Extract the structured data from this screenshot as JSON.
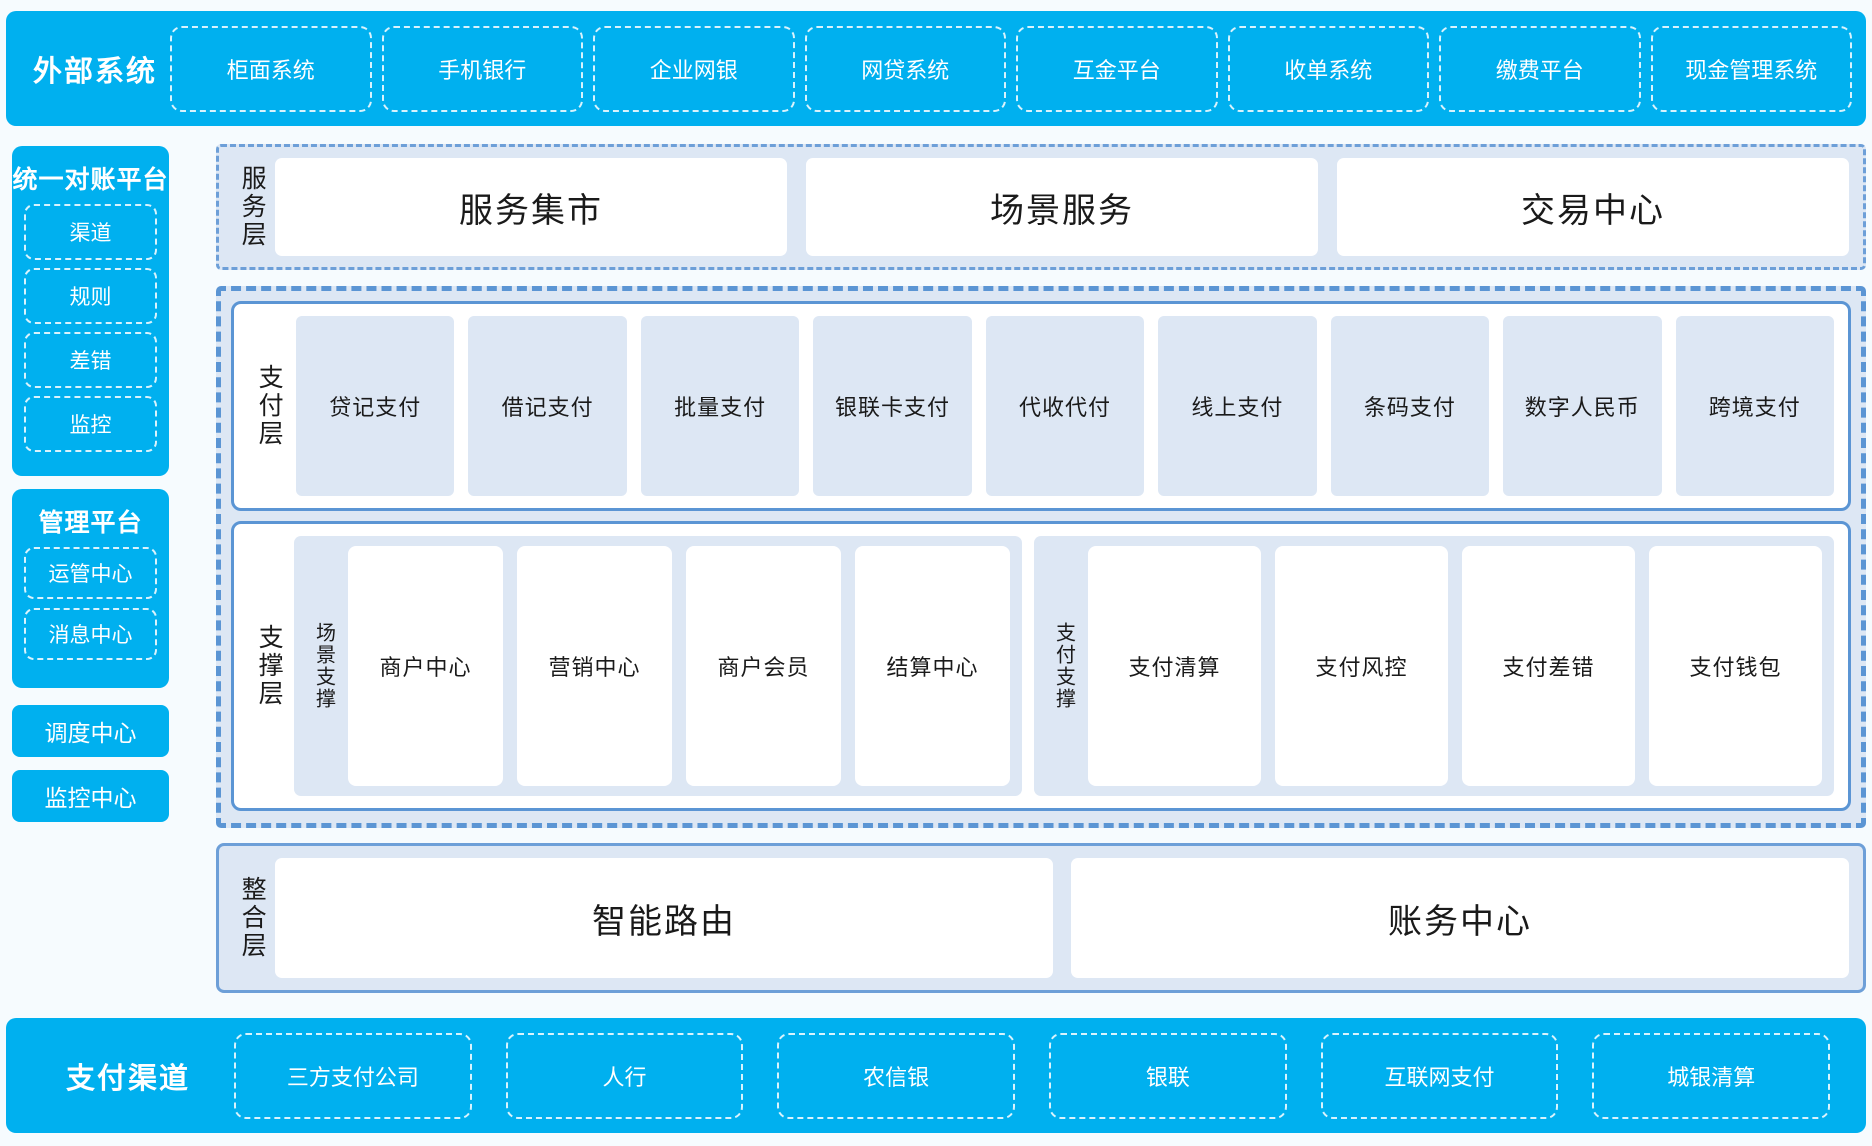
{
  "top_bar": {
    "title": "外部系统",
    "items": [
      "柜面系统",
      "手机银行",
      "企业网银",
      "网贷系统",
      "互金平台",
      "收单系统",
      "缴费平台",
      "现金管理系统"
    ]
  },
  "sidebar": {
    "reconcile_platform": {
      "title": "统一对账平台",
      "items": [
        "渠道",
        "规则",
        "差错",
        "监控"
      ]
    },
    "manage_platform": {
      "title": "管理平台",
      "items": [
        "运管中心",
        "消息中心"
      ]
    },
    "dispatch_center": "调度中心",
    "monitor_center": "监控中心"
  },
  "service_layer": {
    "label": "服务层",
    "items": [
      "服务集市",
      "场景服务",
      "交易中心"
    ]
  },
  "pay_layer": {
    "label": "支付层",
    "items": [
      "贷记支付",
      "借记支付",
      "批量支付",
      "银联卡支付",
      "代收代付",
      "线上支付",
      "条码支付",
      "数字人民币",
      "跨境支付"
    ]
  },
  "support_layer": {
    "label": "支撑层",
    "groups": [
      {
        "label": "场景支撑",
        "items": [
          "商户中心",
          "营销中心",
          "商户会员",
          "结算中心"
        ]
      },
      {
        "label": "支付支撑",
        "items": [
          "支付清算",
          "支付风控",
          "支付差错",
          "支付钱包"
        ]
      }
    ]
  },
  "integration_layer": {
    "label": "整合层",
    "items": [
      "智能路由",
      "账务中心"
    ]
  },
  "bottom_bar": {
    "title": "支付渠道",
    "items": [
      "三方支付公司",
      "人行",
      "农信银",
      "银联",
      "互联网支付",
      "城银清算"
    ]
  },
  "colors": {
    "brand_cyan": "#00b0ef",
    "panel_blue": "#dde7f4",
    "border_blue": "#5b95d4",
    "page_bg": "#f6fbfe"
  }
}
